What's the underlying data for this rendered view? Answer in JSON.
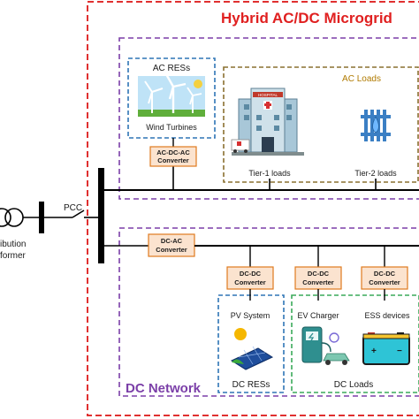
{
  "title": "Hybrid AC/DC Microgrid",
  "grid": {
    "pcc_label": "PCC",
    "transformer_label_line1": "ibution",
    "transformer_label_line2": "former"
  },
  "ac_section": {
    "res_box_title": "AC RESs",
    "wind_label": "Wind Turbines",
    "converter_line1": "AC-DC-AC",
    "converter_line2": "Converter",
    "loads_title": "AC Loads",
    "tier1_label": "Tier-1 loads",
    "tier2_label": "Tier-2 loads",
    "hospital_sign": "HOSPITAL"
  },
  "dc_section": {
    "network_title": "DC Network",
    "dcac_line1": "DC-AC",
    "dcac_line2": "Converter",
    "conv1_line1": "DC-DC",
    "conv1_line2": "Converter",
    "conv2_line1": "DC-DC",
    "conv2_line2": "Converter",
    "conv3_line1": "DC-DC",
    "conv3_line2": "Converter",
    "pv_label": "PV System",
    "res_box_title": "DC RESs",
    "ev_label": "EV Charger",
    "ess_label": "ESS devices",
    "loads_title": "DC Loads"
  },
  "colors": {
    "outer_border": "#e03030",
    "title_red": "#e02020",
    "purple": "#7b3fa8",
    "blue": "#2e75b6",
    "olive": "#8a7030",
    "green": "#3aaa5a",
    "converter_fill": "#fbe3cf",
    "converter_border": "#e07a1f",
    "bus": "#000000"
  }
}
